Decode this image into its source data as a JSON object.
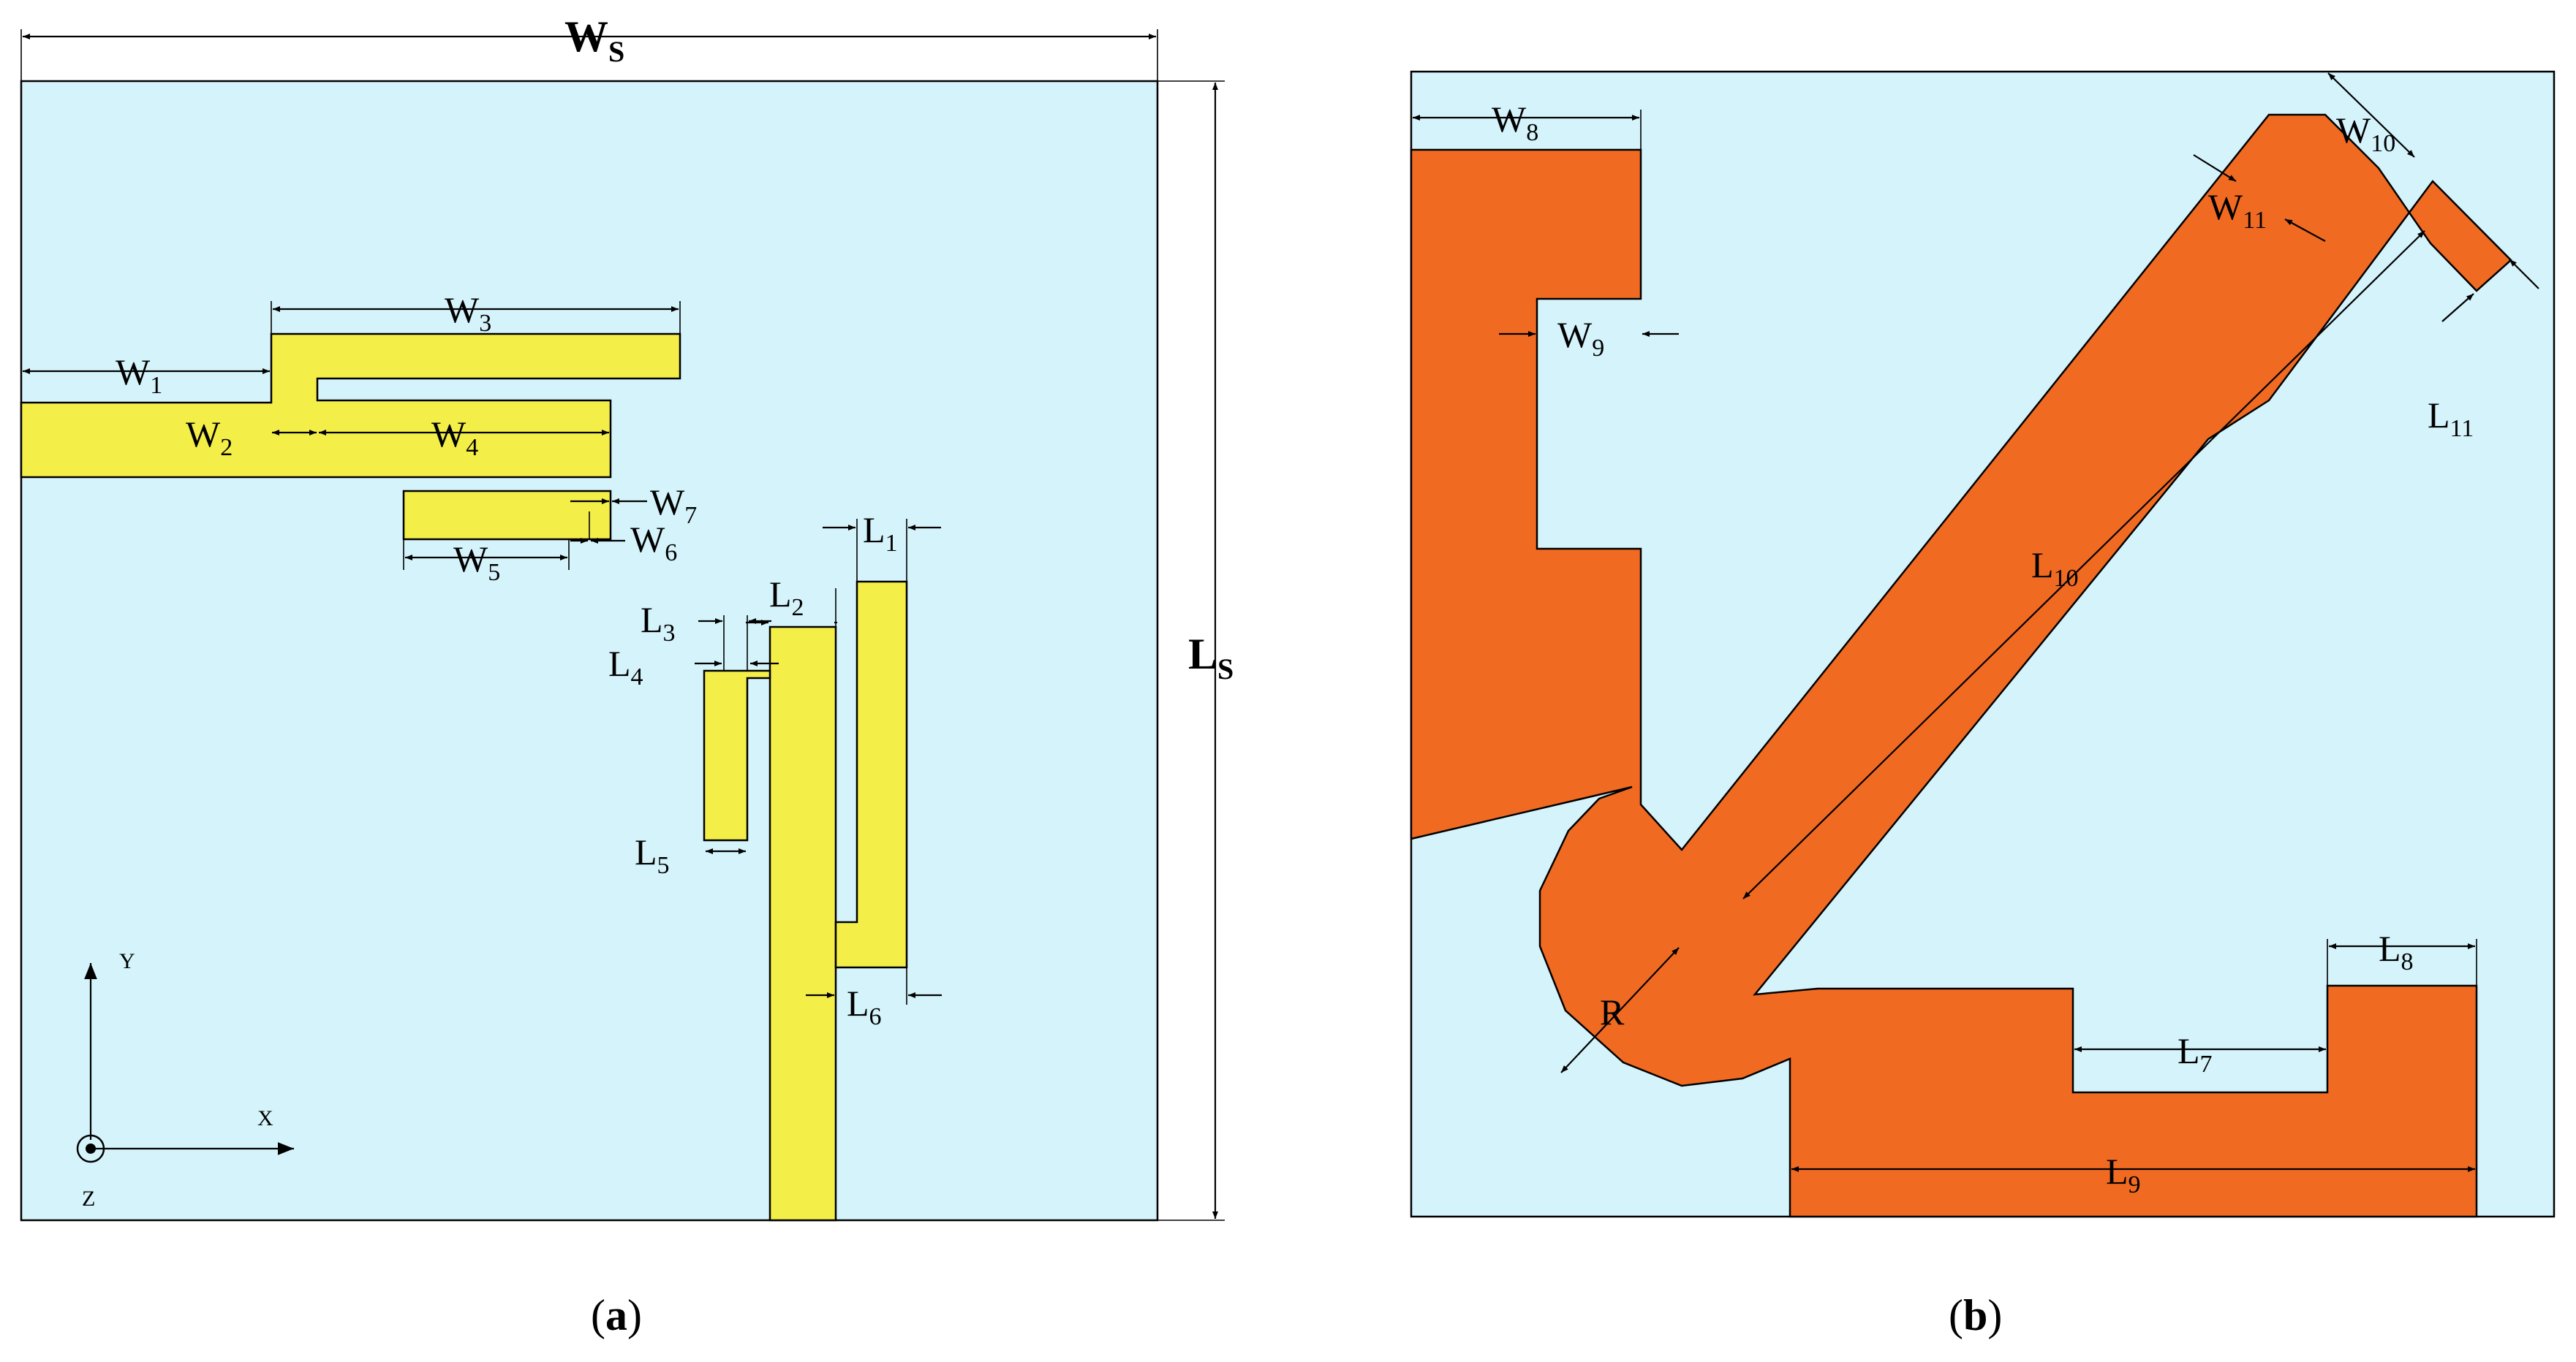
{
  "colors": {
    "substrate": "#d5f3fb",
    "patch_a": "#f4ee48",
    "patch_b": "#f06a22",
    "line": "#000000"
  },
  "panel_a": {
    "caption_open": "(",
    "caption_letter": "a",
    "caption_close": ")",
    "dims": {
      "Ws": {
        "main": "W",
        "sub": "S"
      },
      "Ls": {
        "main": "L",
        "sub": "S"
      },
      "W1": {
        "main": "W",
        "sub": "1"
      },
      "W2": {
        "main": "W",
        "sub": "2"
      },
      "W3": {
        "main": "W",
        "sub": "3"
      },
      "W4": {
        "main": "W",
        "sub": "4"
      },
      "W5": {
        "main": "W",
        "sub": "5"
      },
      "W6": {
        "main": "W",
        "sub": "6"
      },
      "W7": {
        "main": "W",
        "sub": "7"
      },
      "L1": {
        "main": "L",
        "sub": "1"
      },
      "L2": {
        "main": "L",
        "sub": "2"
      },
      "L3": {
        "main": "L",
        "sub": "3"
      },
      "L4": {
        "main": "L",
        "sub": "4"
      },
      "L5": {
        "main": "L",
        "sub": "5"
      },
      "L6": {
        "main": "L",
        "sub": "6"
      }
    },
    "axes": {
      "y": "Y",
      "x": "X",
      "z": "Z"
    }
  },
  "panel_b": {
    "caption_open": "(",
    "caption_letter": "b",
    "caption_close": ")",
    "dims": {
      "W8": {
        "main": "W",
        "sub": "8"
      },
      "W9": {
        "main": "W",
        "sub": "9"
      },
      "W10": {
        "main": "W",
        "sub": "10"
      },
      "W11": {
        "main": "W",
        "sub": "11"
      },
      "L7": {
        "main": "L",
        "sub": "7"
      },
      "L8": {
        "main": "L",
        "sub": "8"
      },
      "L9": {
        "main": "L",
        "sub": "9"
      },
      "L10": {
        "main": "L",
        "sub": "10"
      },
      "L11": {
        "main": "L",
        "sub": "11"
      },
      "R": "R"
    }
  }
}
